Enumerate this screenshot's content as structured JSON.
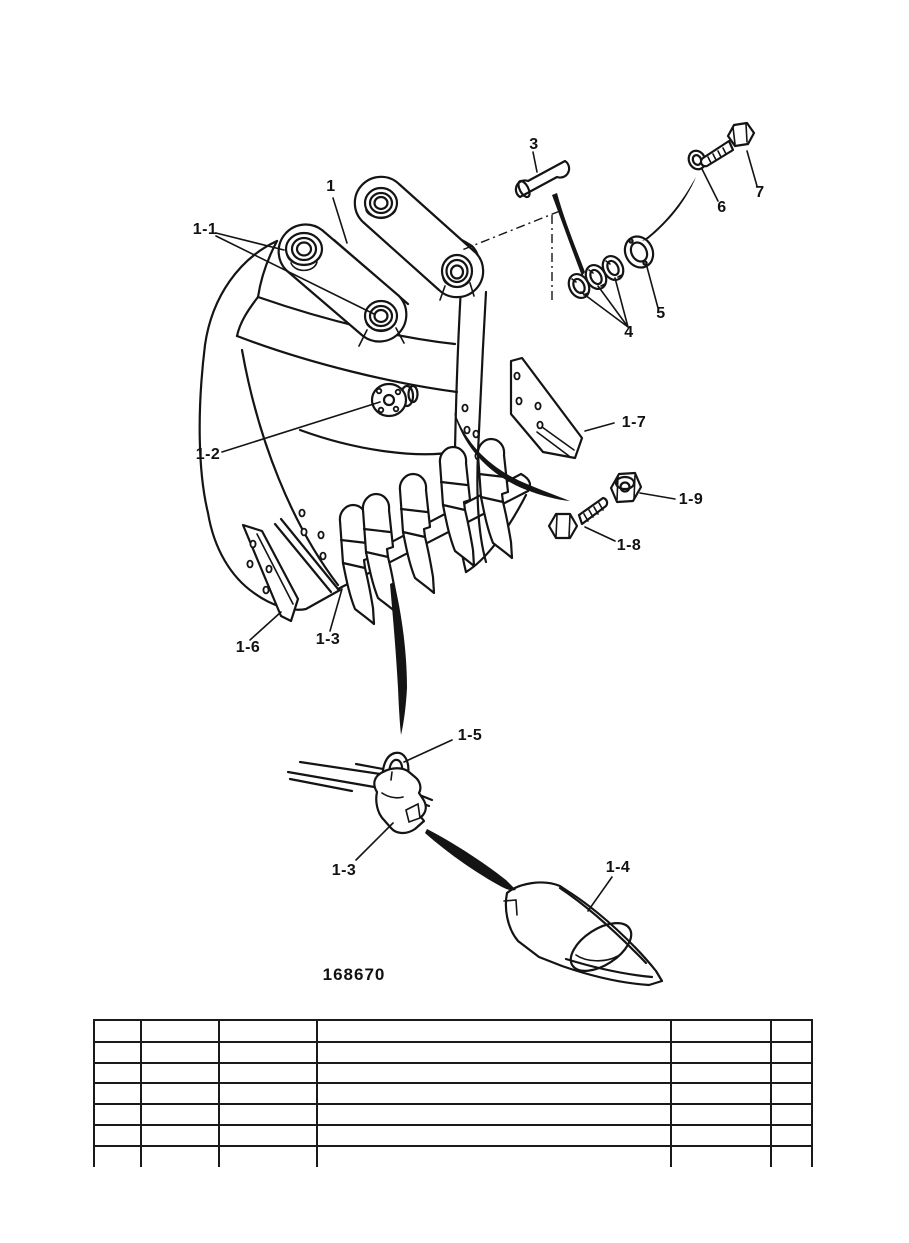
{
  "page": {
    "background": "#ffffff",
    "ink": "#141414"
  },
  "diagram": {
    "drawing_number": "168670",
    "callouts": [
      {
        "id": "1",
        "text": "1"
      },
      {
        "id": "1-1",
        "text": "1-1"
      },
      {
        "id": "3",
        "text": "3"
      },
      {
        "id": "4",
        "text": "4"
      },
      {
        "id": "5",
        "text": "5"
      },
      {
        "id": "6",
        "text": "6"
      },
      {
        "id": "7",
        "text": "7"
      },
      {
        "id": "1-2",
        "text": "1-2"
      },
      {
        "id": "1-7",
        "text": "1-7"
      },
      {
        "id": "1-9",
        "text": "1-9"
      },
      {
        "id": "1-8",
        "text": "1-8"
      },
      {
        "id": "1-6",
        "text": "1-6"
      },
      {
        "id": "1-3-upper",
        "text": "1-3"
      },
      {
        "id": "1-5",
        "text": "1-5"
      },
      {
        "id": "1-3-lower",
        "text": "1-3"
      },
      {
        "id": "1-4",
        "text": "1-4"
      }
    ]
  },
  "table": {
    "rows": 7,
    "cols": 6,
    "cells": [
      [
        "",
        "",
        "",
        "",
        "",
        ""
      ],
      [
        "",
        "",
        "",
        "",
        "",
        ""
      ],
      [
        "",
        "",
        "",
        "",
        "",
        ""
      ],
      [
        "",
        "",
        "",
        "",
        "",
        ""
      ],
      [
        "",
        "",
        "",
        "",
        "",
        ""
      ],
      [
        "",
        "",
        "",
        "",
        "",
        ""
      ],
      [
        "",
        "",
        "",
        "",
        "",
        ""
      ]
    ]
  }
}
